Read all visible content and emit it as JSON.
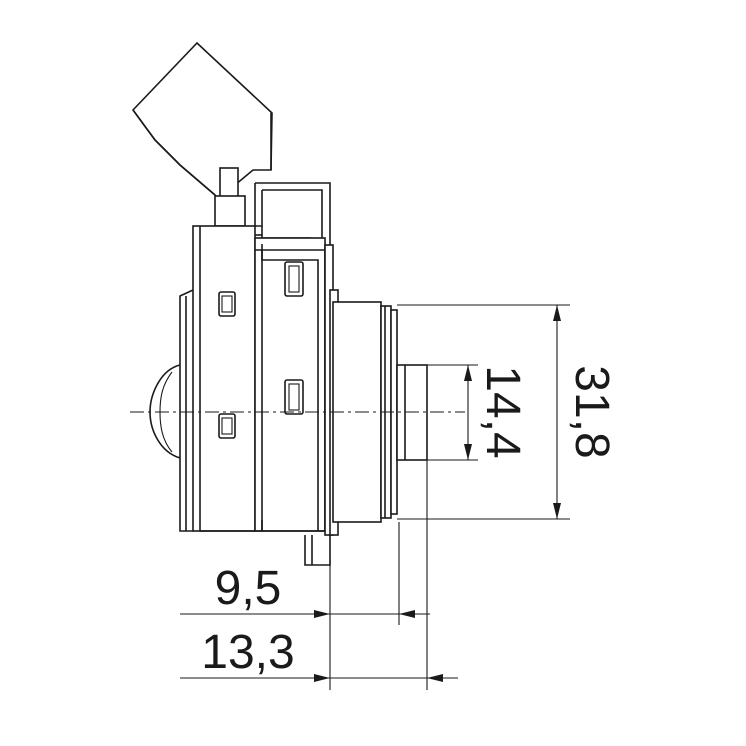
{
  "dimensions": {
    "width_small": "9,5",
    "width_large": "13,3",
    "height_inner": "14,4",
    "height_outer": "31,8"
  }
}
